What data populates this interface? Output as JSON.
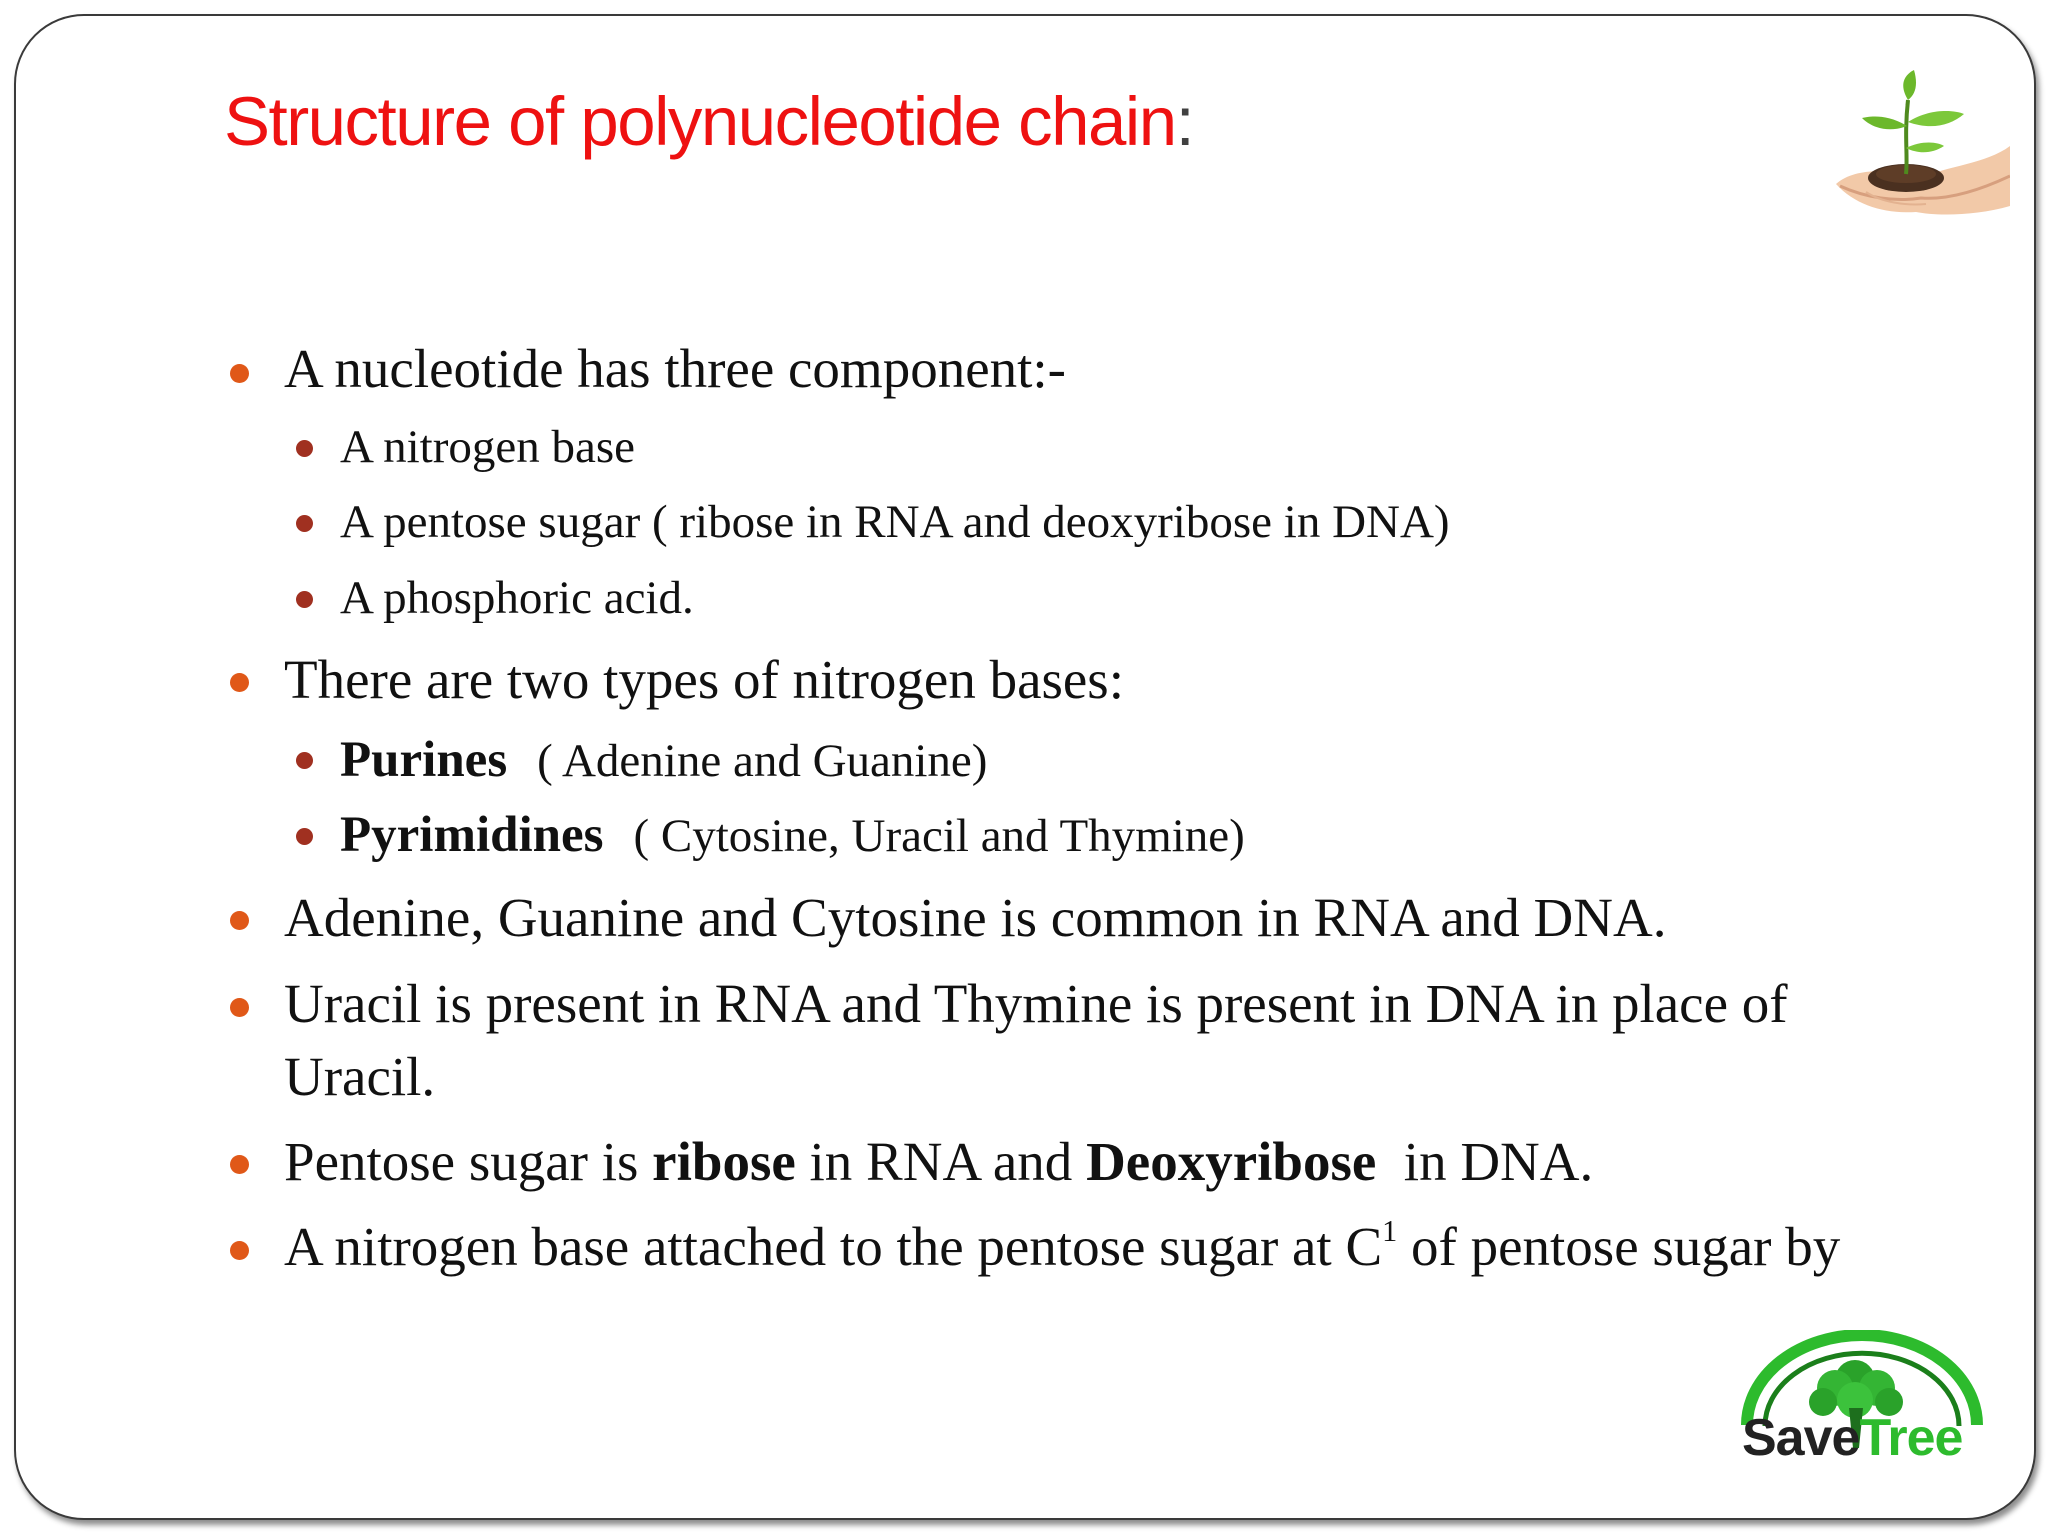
{
  "slide": {
    "title": "Structure of polynucleotide chain",
    "title_suffix": ":",
    "title_color": "#ee1111",
    "bullet_color_level1": "#e05818",
    "bullet_color_level2": "#a03020"
  },
  "items": {
    "i1": {
      "text": "A nucleotide has three component:-"
    },
    "i1a": {
      "text": "A nitrogen base"
    },
    "i1b": {
      "text": "A pentose sugar ( ribose in RNA and deoxyribose in DNA)"
    },
    "i1c": {
      "text": "A phosphoric acid."
    },
    "i2": {
      "text": "There are two types of nitrogen bases:"
    },
    "i2a": {
      "bold": "Purines",
      "text": "( Adenine and Guanine)"
    },
    "i2b": {
      "bold": "Pyrimidines",
      "text": "( Cytosine, Uracil and Thymine)"
    },
    "i3": {
      "text": "Adenine, Guanine and Cytosine is common in RNA and DNA."
    },
    "i4": {
      "line1": "Uracil is present in RNA and Thymine is present in DNA in place of",
      "line2": "Uracil."
    },
    "i5": {
      "pre": "Pentose sugar is ",
      "bold1": "ribose",
      "mid": " in RNA and ",
      "bold2": "Deoxyribose",
      "post": "  in DNA."
    },
    "i6": {
      "pre": "A nitrogen base attached to the pentose sugar at C",
      "sup": "1",
      "post": " of pentose sugar by"
    }
  },
  "logo": {
    "save": "Save",
    "tree": "Tree",
    "icon": "tree-icon"
  },
  "decor": {
    "plant_icon": "seedling-in-hands-icon"
  }
}
